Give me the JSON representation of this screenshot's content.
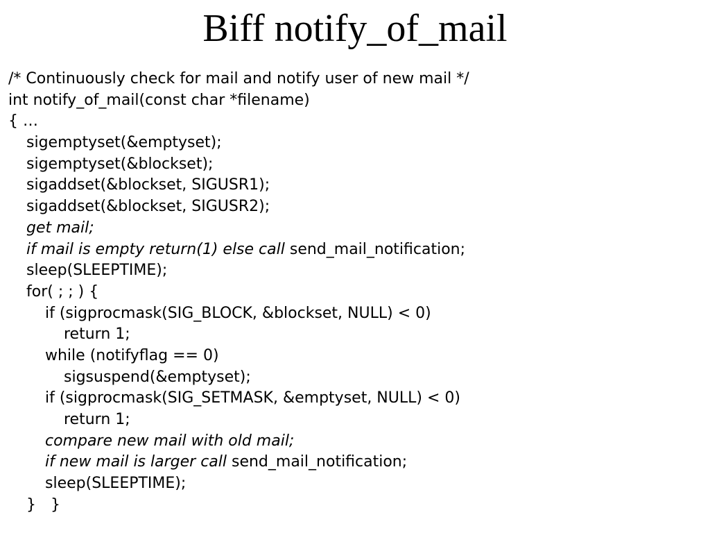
{
  "slide": {
    "title": "Biff notify_of_mail"
  },
  "code": {
    "l1": "/* Continuously check for mail and notify user of new mail */",
    "l2": "int notify_of_mail(const char *filename)",
    "l3": "{ …",
    "l4": "sigemptyset(&emptyset);",
    "l5": "sigemptyset(&blockset);",
    "l6": "sigaddset(&blockset, SIGUSR1);",
    "l7": "sigaddset(&blockset, SIGUSR2);",
    "l8": "get mail;",
    "l9_italic": "if mail is empty return(1) else call",
    "l9_plain": " send_mail_notification;",
    "l10": "sleep(SLEEPTIME);",
    "l11": "for( ; ; ) {",
    "l12": "if (sigprocmask(SIG_BLOCK, &blockset, NULL) < 0)",
    "l13": "return 1;",
    "l14": "while (notifyflag == 0)",
    "l15": "sigsuspend(&emptyset);",
    "l16": "if (sigprocmask(SIG_SETMASK, &emptyset, NULL) < 0)",
    "l17": "return 1;",
    "l18": "compare new mail with old mail;",
    "l19_italic": "if new mail is larger call",
    "l19_plain": " send_mail_notification;",
    "l20": "sleep(SLEEPTIME);",
    "l21": "}   }"
  }
}
